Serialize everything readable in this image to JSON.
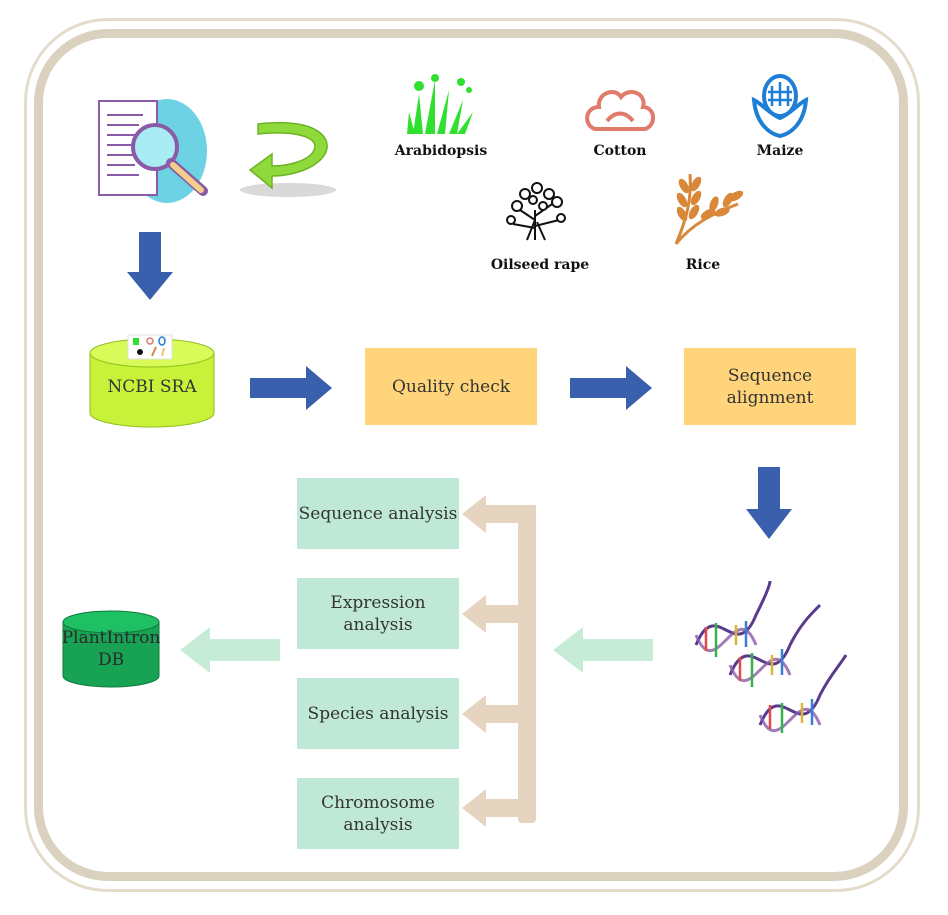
{
  "species": {
    "arabidopsis": "Arabidopsis",
    "cotton": "Cotton",
    "maize": "Maize",
    "oilseed_rape": "Oilseed rape",
    "rice": "Rice"
  },
  "pipeline": {
    "sra": "NCBI SRA",
    "quality_check": "Quality check",
    "sequence_alignment": "Sequence alignment"
  },
  "analyses": {
    "sequence": "Sequence analysis",
    "expression": "Expression analysis",
    "species": "Species analysis",
    "chromosome_line1": "Chromosome",
    "chromosome_line2": "analysis"
  },
  "database": {
    "line1": "PlantIntron",
    "line2": "DB"
  },
  "colors": {
    "flow_arrow": "#3a5fad",
    "process_box": "#ffd47a",
    "analysis_box": "#bfe9d6",
    "return_arrow": "#c6ecd8",
    "bracket": "#e5d5c0",
    "sra_cylinder": "#c8f23a",
    "db_cylinder": "#17a254"
  },
  "icons": [
    "document-search-icon",
    "return-arrow-icon",
    "arabidopsis-icon",
    "cotton-icon",
    "maize-icon",
    "oilseed-rape-icon",
    "rice-icon",
    "dna-icon"
  ]
}
